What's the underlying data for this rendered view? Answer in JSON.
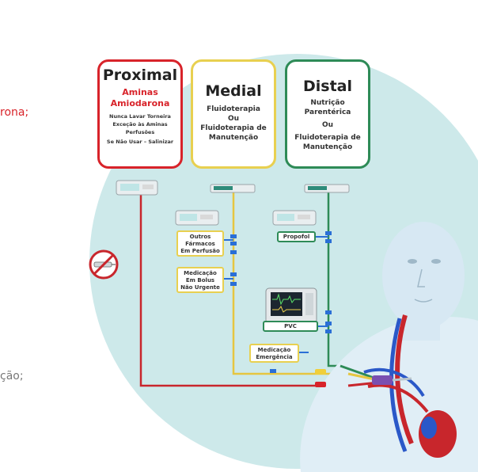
{
  "side_text": {
    "top_fragment": "rona;",
    "bottom_fragment": "ção;"
  },
  "lumens": {
    "proximal": {
      "title": "Proximal",
      "subtitle_1": "Aminas",
      "subtitle_2": "Amiodarona",
      "note_1": "Nunca Lavar Torneira",
      "note_2": "Exceção às Aminas",
      "note_3": "Perfusões",
      "note_4": "Se Não Usar – Salinizar",
      "color": "#d8232a"
    },
    "medial": {
      "title": "Medial",
      "line_1": "Fluidoterapia",
      "line_2": "Ou",
      "line_3": "Fluidoterapia de",
      "line_4": "Manutenção",
      "color": "#e8d050"
    },
    "distal": {
      "title": "Distal",
      "line_1": "Nutrição",
      "line_2": "Parentérica",
      "line_3": "Ou",
      "line_4": "Fluidoterapia de",
      "line_5": "Manutenção",
      "color": "#2e8b57"
    }
  },
  "labels": {
    "outros_1": "Outros",
    "outros_2": "Fármacos",
    "outros_3": "Em Perfusão",
    "bolus_1": "Medicação",
    "bolus_2": "Em Bolus",
    "bolus_3": "Não Urgente",
    "propofol": "Propofol",
    "pvc": "PVC",
    "emerg_1": "Medicação",
    "emerg_2": "Emergência"
  },
  "icons": {
    "pump": "syringe-pump-icon",
    "monitor": "vital-monitor-icon",
    "no_symbol": "no-bolus-icon"
  },
  "colors": {
    "circle": "#cde9ea",
    "blue_connector": "#2a6fd6"
  }
}
